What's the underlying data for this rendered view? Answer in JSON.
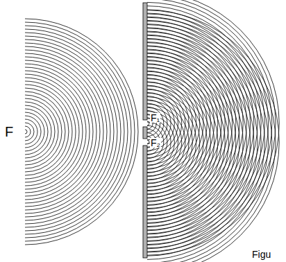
{
  "diagram": {
    "labels": [
      "F",
      "F₁",
      "F₂",
      "Figu"
    ]
  }
}
